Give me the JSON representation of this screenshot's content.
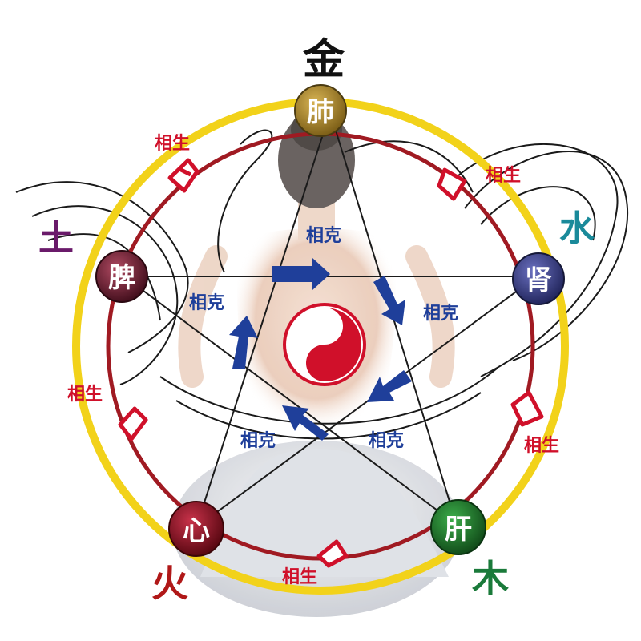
{
  "elements": {
    "metal": "金",
    "water": "水",
    "wood": "木",
    "fire": "火",
    "earth": "土"
  },
  "organs": {
    "lung": "肺",
    "kidney": "肾",
    "liver": "肝",
    "heart": "心",
    "spleen": "脾"
  },
  "relations": {
    "generating": "相生",
    "restraining": "相克"
  },
  "colors": {
    "outer_ring": "#f2d21a",
    "inner_ring": "#a01a22",
    "generating_arrow": "#d0102a",
    "restraining_arrow": "#1f3f9a",
    "lung": "#a5852a",
    "kidney": "#3a3f8e",
    "liver": "#1f7a2a",
    "heart": "#8a1020",
    "spleen": "#6e2030",
    "water_char": "#1a8a9a",
    "wood_char": "#1a7a3a",
    "fire_char": "#b01818",
    "earth_char": "#6a1a6a"
  },
  "center_icon": "yin-yang-icon",
  "background": "figure-back-view"
}
